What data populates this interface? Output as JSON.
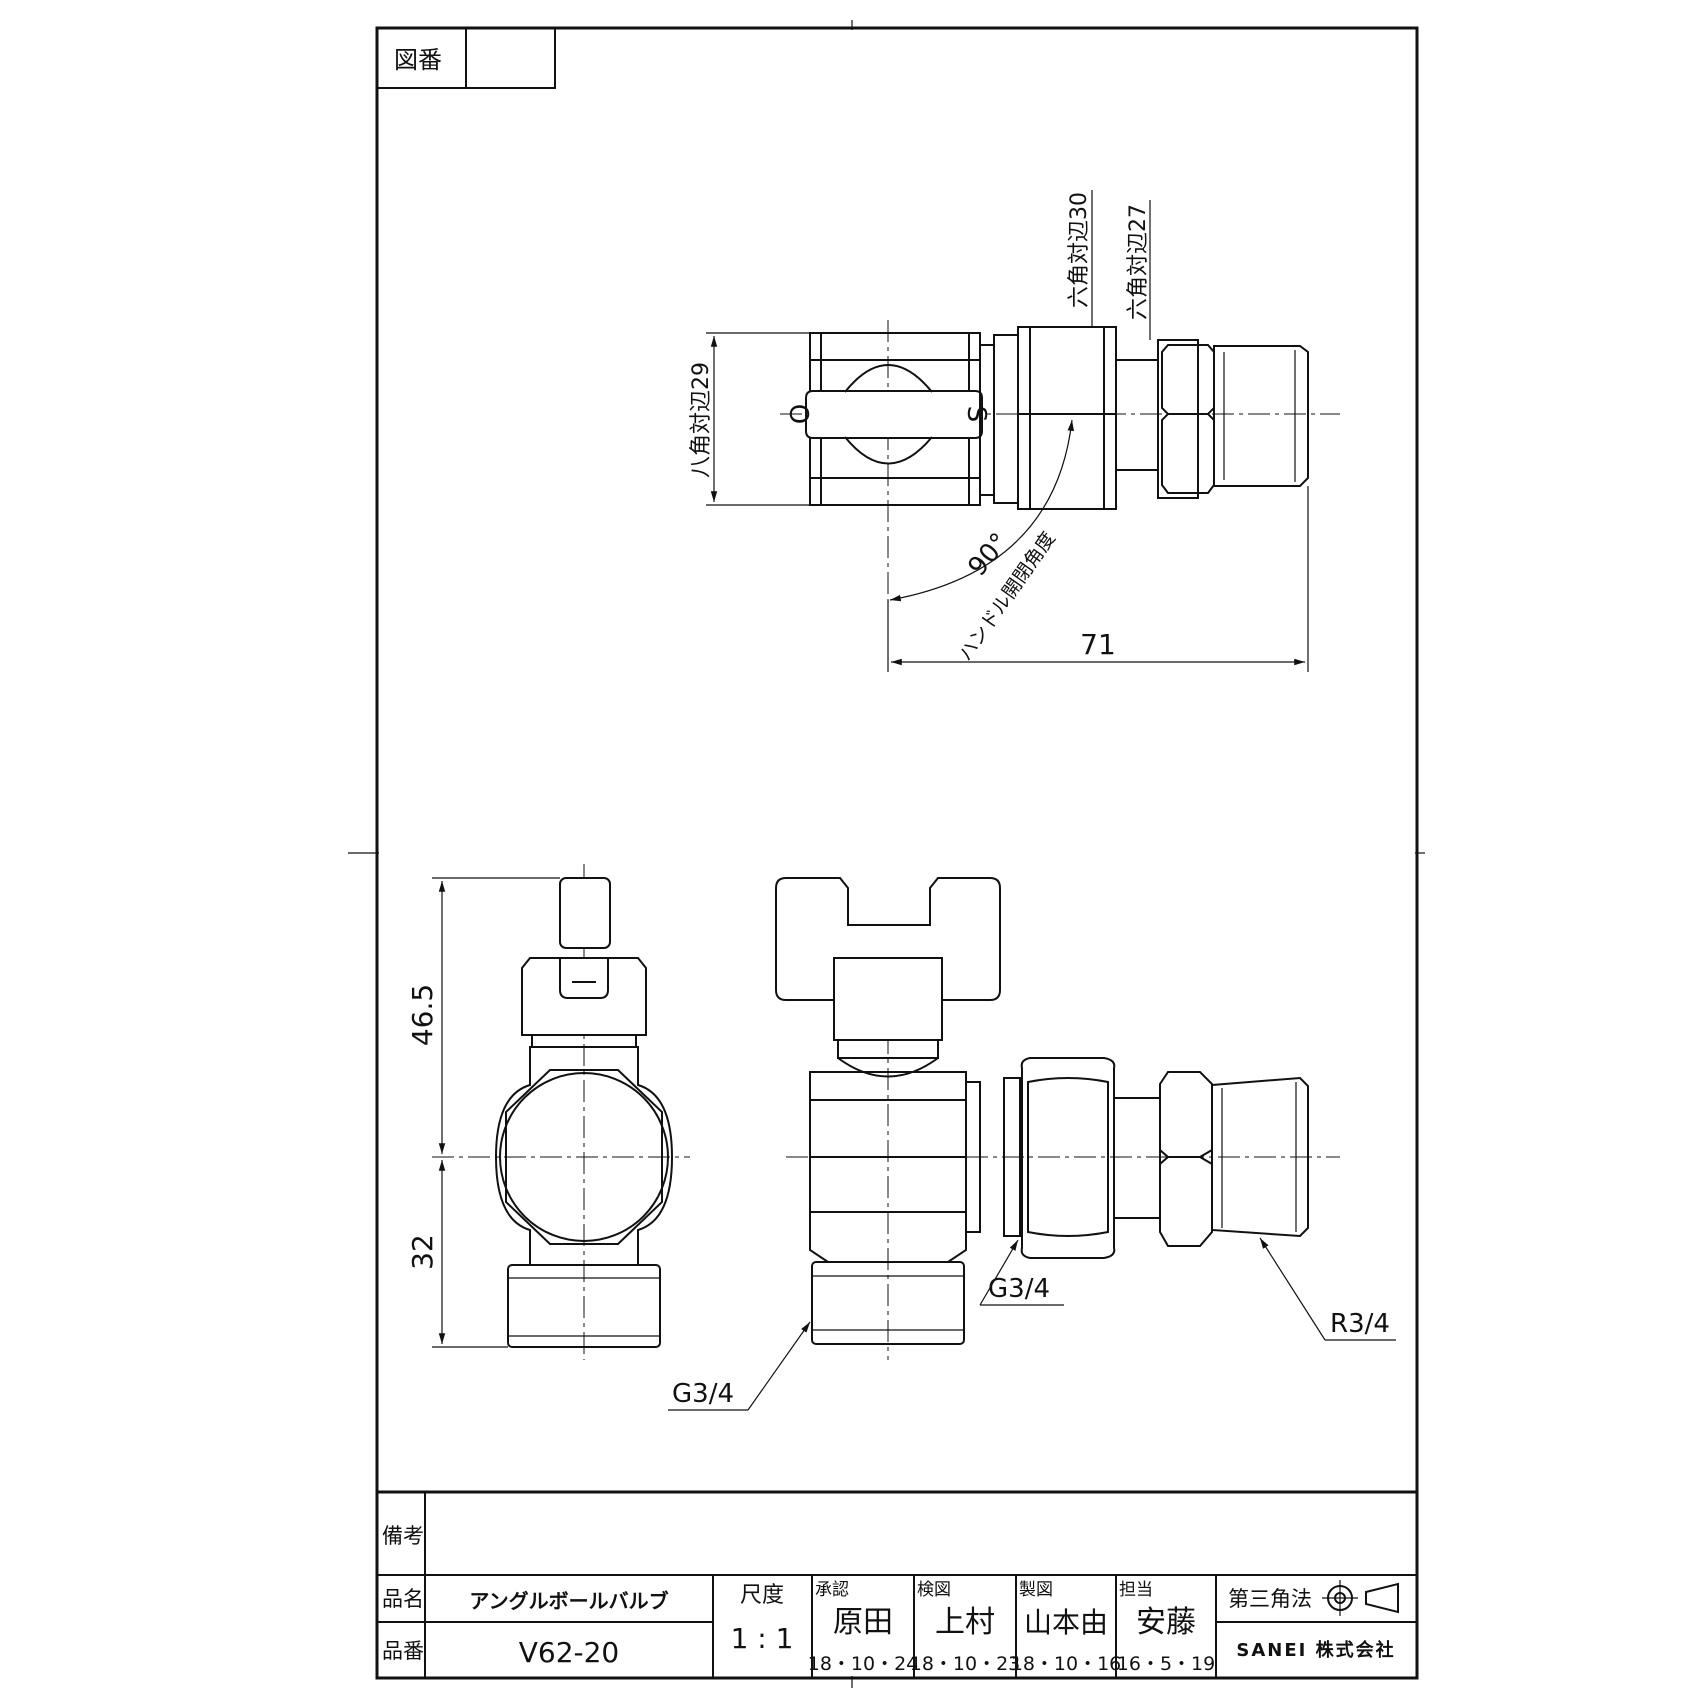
{
  "drawing_number": {
    "label": "図番",
    "value": ""
  },
  "dimensions": {
    "octagon_across_flats": "八角対辺29",
    "hex30": "六角対辺30",
    "hex27": "六角対辺27",
    "handle_angle": "90°",
    "handle_note": "ハンドル開閉角度",
    "length": "71",
    "height_top": "46.5",
    "height_bottom": "32",
    "thread_bottom": "G3/4",
    "thread_side": "G3/4",
    "thread_male": "R3/4",
    "handle_mark_open": "O",
    "handle_mark_shut": "S"
  },
  "title_block": {
    "remarks_label": "備考",
    "product_name_label": "品名",
    "product_name": "アングルボールバルブ",
    "product_number_label": "品番",
    "product_number": "V62-20",
    "scale_label": "尺度",
    "scale": "1 : 1",
    "approval_label": "承認",
    "approval_name": "原田",
    "approval_date": "18・10・24",
    "inspection_label": "検図",
    "inspection_name": "上村",
    "inspection_date": "18・10・23",
    "drafting_label": "製図",
    "drafting_name": "山本由",
    "drafting_date": "18・10・16",
    "charge_label": "担当",
    "charge_name": "安藤",
    "charge_date": "16・5・19",
    "projection": "第三角法",
    "company": "SANEI 株式会社"
  }
}
